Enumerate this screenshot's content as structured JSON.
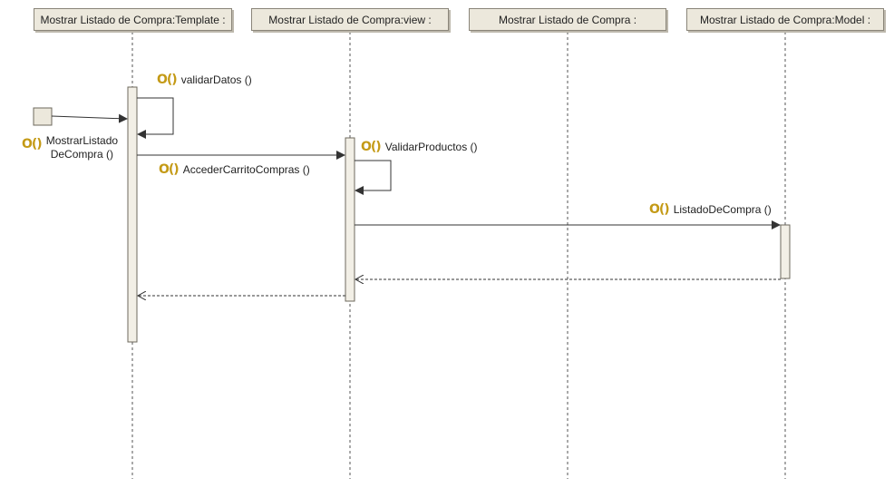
{
  "lifelines": [
    {
      "label": "Mostrar Listado de Compra:Template :"
    },
    {
      "label": "Mostrar Listado de Compra:view :"
    },
    {
      "label": "Mostrar Listado de Compra :"
    },
    {
      "label": "Mostrar Listado de Compra:Model :"
    }
  ],
  "messages": {
    "validar_datos": "validarDatos ()",
    "mostrar_listado_line1": "MostrarListado",
    "mostrar_listado_line2": "DeCompra ()",
    "acceder_carrito": "AccederCarritoCompras ()",
    "validar_productos": "ValidarProductos ()",
    "listado_de_compra": "ListadoDeCompra ()"
  },
  "operation_icon": "operation-icon",
  "colors": {
    "head_fill": "#ece8dc",
    "head_border": "#8a8579",
    "operation_icon": "#c49a16",
    "line": "#333333"
  }
}
